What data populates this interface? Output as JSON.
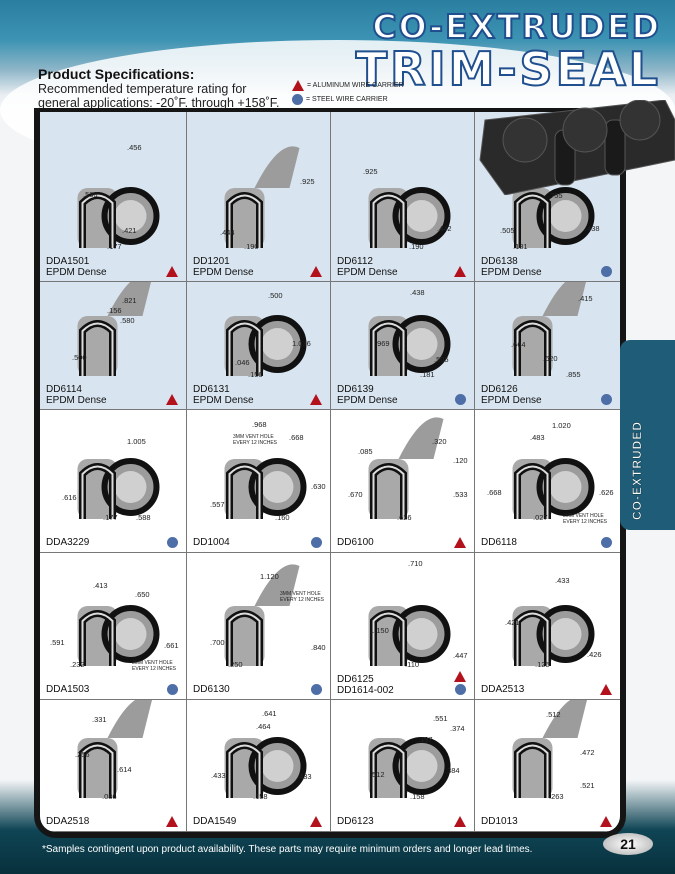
{
  "header": {
    "title_line1": "CO-EXTRUDED",
    "title_line2": "TRIM-SEAL"
  },
  "specs": {
    "heading": "Product Specifications:",
    "text": "Recommended temperature rating for general applications: -20˚F. through +158˚F."
  },
  "legend": {
    "aluminum": "= ALUMINUM WIRE CARRIER",
    "steel": "= STEEL WIRE CARRIER"
  },
  "colors": {
    "aluminum_marker": "#b3121d",
    "steel_marker": "#4d6ea6",
    "accent": "#1f4f8f"
  },
  "side_tab": "CO-EXTRUDED",
  "cells": [
    {
      "part": "DDA1501",
      "material": "EPDM Dense",
      "marker": "aluminum",
      "dims": [
        ".456",
        ".530",
        ".421",
        ".177"
      ]
    },
    {
      "part": "DD1201",
      "material": "EPDM Dense",
      "marker": "aluminum",
      "dims": [
        ".925",
        ".444",
        ".190"
      ]
    },
    {
      "part": "DD6112",
      "material": "EPDM Dense",
      "marker": "aluminum",
      "dims": [
        ".925",
        ".442",
        ".190"
      ]
    },
    {
      "part": "DD6138",
      "material": "EPDM Dense",
      "marker": "steel",
      "dims": [
        ".755",
        ".505",
        ".438",
        ".181"
      ]
    },
    {
      "part": "DD6114",
      "material": "EPDM Dense",
      "marker": "aluminum",
      "dims": [
        ".821",
        ".156",
        ".580",
        ".500"
      ]
    },
    {
      "part": "DD6131",
      "material": "EPDM Dense",
      "marker": "aluminum",
      "dims": [
        ".500",
        "1.036",
        ".046",
        ".156"
      ]
    },
    {
      "part": "DD6139",
      "material": "EPDM Dense",
      "marker": "steel",
      "dims": [
        ".438",
        ".969",
        ".505",
        ".181"
      ]
    },
    {
      "part": "DD6126",
      "material": "EPDM Dense",
      "marker": "steel",
      "dims": [
        ".415",
        ".664",
        ".620",
        ".855"
      ]
    },
    {
      "part": "DDA3229",
      "material": "",
      "marker": "steel",
      "dims": [
        "1.005",
        ".616",
        ".588",
        ".177"
      ]
    },
    {
      "part": "DD1004",
      "material": "",
      "marker": "steel",
      "dims": [
        ".968",
        ".668",
        ".630",
        ".557",
        ".160"
      ],
      "note": "3MM VENT HOLE EVERY 12 INCHES"
    },
    {
      "part": "DD6100",
      "material": "",
      "marker": "aluminum",
      "dims": [
        ".320",
        ".085",
        ".120",
        ".670",
        ".533",
        ".626"
      ]
    },
    {
      "part": "DD6118",
      "material": "",
      "marker": "steel",
      "dims": [
        "1.020",
        ".483",
        ".668",
        ".626",
        ".027"
      ],
      "note": "3MM VENT HOLE EVERY 12 INCHES"
    },
    {
      "part": "DDA1503",
      "material": "",
      "marker": "steel",
      "dims": [
        ".413",
        ".650",
        ".591",
        ".661",
        ".232"
      ],
      "note": "3MM VENT HOLE EVERY 12 INCHES"
    },
    {
      "part": "DD6130",
      "material": "",
      "marker": "steel",
      "dims": [
        "1.120",
        ".700",
        ".840",
        ".250"
      ],
      "note": "3MM VENT HOLE EVERY 12 INCHES"
    },
    {
      "part": "DD6125",
      "part2": "DD1614-002",
      "material": "",
      "marker": "aluminum",
      "marker2": "steel",
      "dims": [
        ".710",
        "1.150",
        ".447",
        ".110"
      ]
    },
    {
      "part": "DDA2513",
      "material": "",
      "marker": "aluminum",
      "dims": [
        ".433",
        ".421",
        ".426",
        ".125"
      ]
    },
    {
      "part": "DDA2518",
      "material": "",
      "marker": "aluminum",
      "dims": [
        ".331",
        ".256",
        ".614",
        ".086"
      ]
    },
    {
      "part": "DDA1549",
      "material": "",
      "marker": "aluminum",
      "dims": [
        ".641",
        ".464",
        ".433",
        ".433",
        ".158"
      ]
    },
    {
      "part": "DD6123",
      "material": "",
      "marker": "aluminum",
      "dims": [
        ".551",
        ".374",
        ".197",
        ".512",
        ".384",
        ".158"
      ]
    },
    {
      "part": "DD1013",
      "material": "",
      "marker": "aluminum",
      "dims": [
        ".512",
        ".472",
        ".521",
        ".263"
      ]
    }
  ],
  "footnote": "*Samples contingent upon product availability. These parts may require minimum orders and longer lead times.",
  "page_number": "21"
}
